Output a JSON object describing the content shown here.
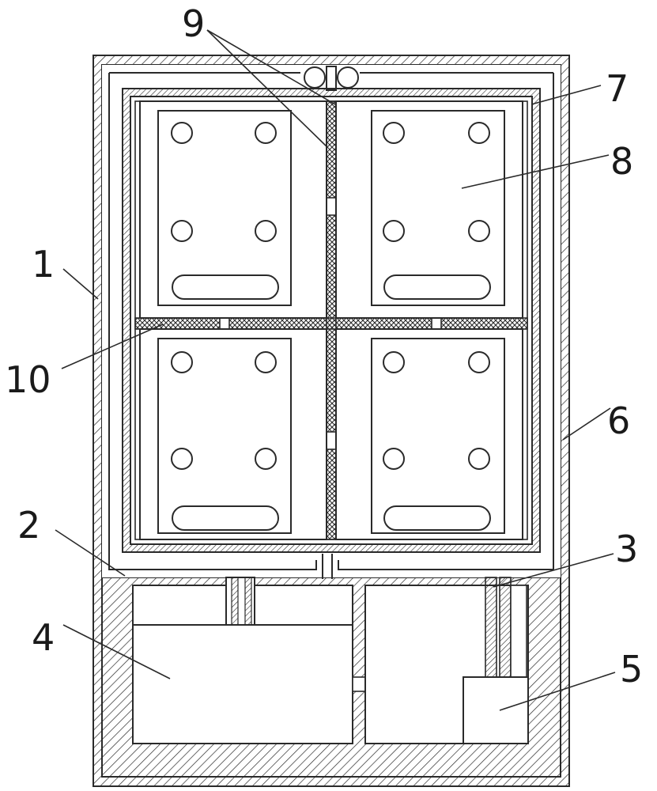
{
  "figure": {
    "callouts": [
      {
        "id": "c1",
        "text": "1"
      },
      {
        "id": "c2",
        "text": "2"
      },
      {
        "id": "c3",
        "text": "3"
      },
      {
        "id": "c4",
        "text": "4"
      },
      {
        "id": "c5",
        "text": "5"
      },
      {
        "id": "c6",
        "text": "6"
      },
      {
        "id": "c7",
        "text": "7"
      },
      {
        "id": "c8",
        "text": "8"
      },
      {
        "id": "c9",
        "text": "9"
      },
      {
        "id": "c10",
        "text": "10"
      }
    ],
    "colors": {
      "line": "#2a2a2a",
      "background": "#ffffff",
      "hatch": "#2a2a2a"
    }
  }
}
